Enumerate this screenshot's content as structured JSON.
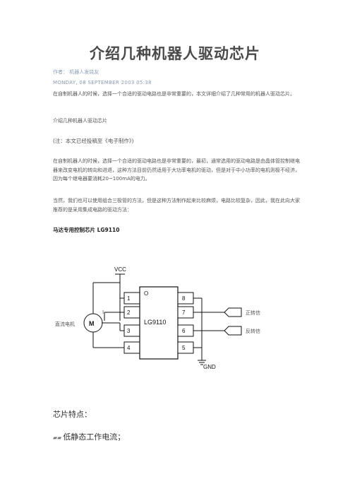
{
  "article": {
    "title": "介绍几种机器人驱动芯片",
    "author_line": "作者： 机器人发烧友",
    "date_line": "MONDAY, 08 SEPTEMBER 2003 05:38",
    "intro": "在自制机器人的时候，选择一个合适的驱动电路也是非常重要的，本文详细介绍了几种常用的机器人驱动芯片。",
    "subtitle": "介绍几种机器人驱动芯片",
    "note": "(注：本文已经投稿至《电子制作》)",
    "para1": "在自制机器人的时候，选择一个合适的驱动电路也是非常重要的，最初，通常选用的驱动电路是由晶体管控制继电器来改变电机的转向和进退，这种方法目前仍然适用于大功率电机的驱动，但是对于中小功率的电机则极不经济，因为每个继电器要消耗20~100mA的电力。",
    "para2": "当然，我们也可以使用组合三极管的方法，但是这种方法制作起来比较麻烦，电路比较复杂，因此，我在此向大家推荐的是采用集成电路的驱动方法：",
    "section_head": "马达专用控制芯片 LG9110",
    "features_head": "芯片特点：",
    "bullet_marks": "▰▰",
    "bullet1": "低静态工作电流；"
  },
  "diagram": {
    "vcc_label": "VCC",
    "gnd_label": "GND",
    "chip_label": "LG9110",
    "notch_label": "O",
    "motor_label": "M",
    "motor_current_label": "I",
    "motor_caption": "直流电机",
    "forward_signal": "正转信号",
    "reverse_signal": "反转信号",
    "pins_left": [
      "1",
      "2",
      "3",
      "4"
    ],
    "pins_right": [
      "8",
      "7",
      "6",
      "5"
    ]
  }
}
